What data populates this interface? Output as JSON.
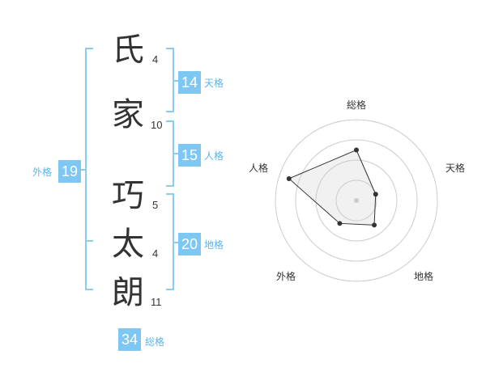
{
  "name": {
    "chars": [
      {
        "char": "氏",
        "strokes": "4"
      },
      {
        "char": "家",
        "strokes": "10"
      },
      {
        "char": "巧",
        "strokes": "5"
      },
      {
        "char": "太",
        "strokes": "4"
      },
      {
        "char": "朗",
        "strokes": "11"
      }
    ]
  },
  "kakusu": {
    "tenkaku": {
      "value": "14",
      "label": "天格"
    },
    "jinkaku": {
      "value": "15",
      "label": "人格"
    },
    "chikaku": {
      "value": "20",
      "label": "地格"
    },
    "gaikaku": {
      "value": "19",
      "label": "外格"
    },
    "soukaku": {
      "value": "34",
      "label": "総格"
    }
  },
  "radar": {
    "axes": [
      "総格",
      "天格",
      "地格",
      "外格",
      "人格"
    ],
    "levels": 4,
    "values": [
      2.5,
      1.0,
      1.5,
      1.4,
      3.5
    ],
    "max": 4
  },
  "colors": {
    "accent": "#7ec7f2",
    "label": "#5db4e8",
    "bracket": "#8ccbf0"
  }
}
